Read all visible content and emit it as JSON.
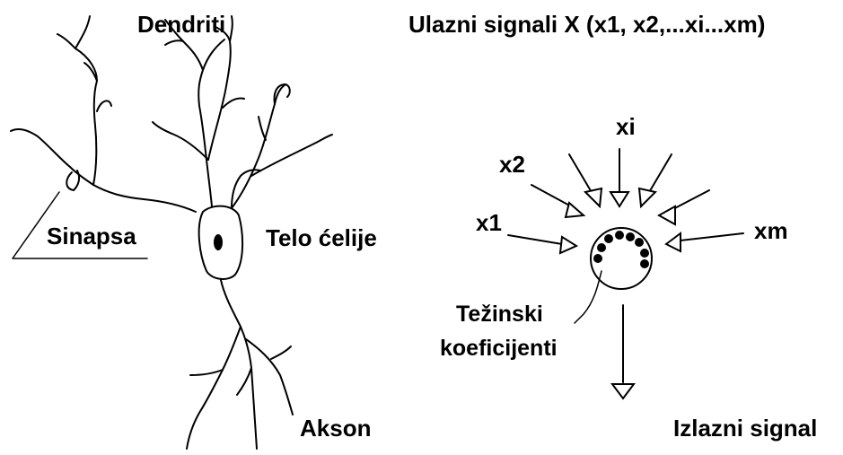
{
  "neuron": {
    "dendrites_label": "Dendriti",
    "synapse_label": "Sinapsa",
    "cell_body_label": "Telo ćelije",
    "axon_label": "Akson"
  },
  "model": {
    "inputs_title": "Ulazni signali X (x1, x2,...xi...xm)",
    "input_labels": {
      "x1": "x1",
      "x2": "x2",
      "xi": "xi",
      "xm": "xm"
    },
    "weights_label_line1": "Težinski",
    "weights_label_line2": "koeficijenti",
    "output_label": "Izlazni signal"
  },
  "colors": {
    "ink": "#000000",
    "background": "#ffffff"
  }
}
